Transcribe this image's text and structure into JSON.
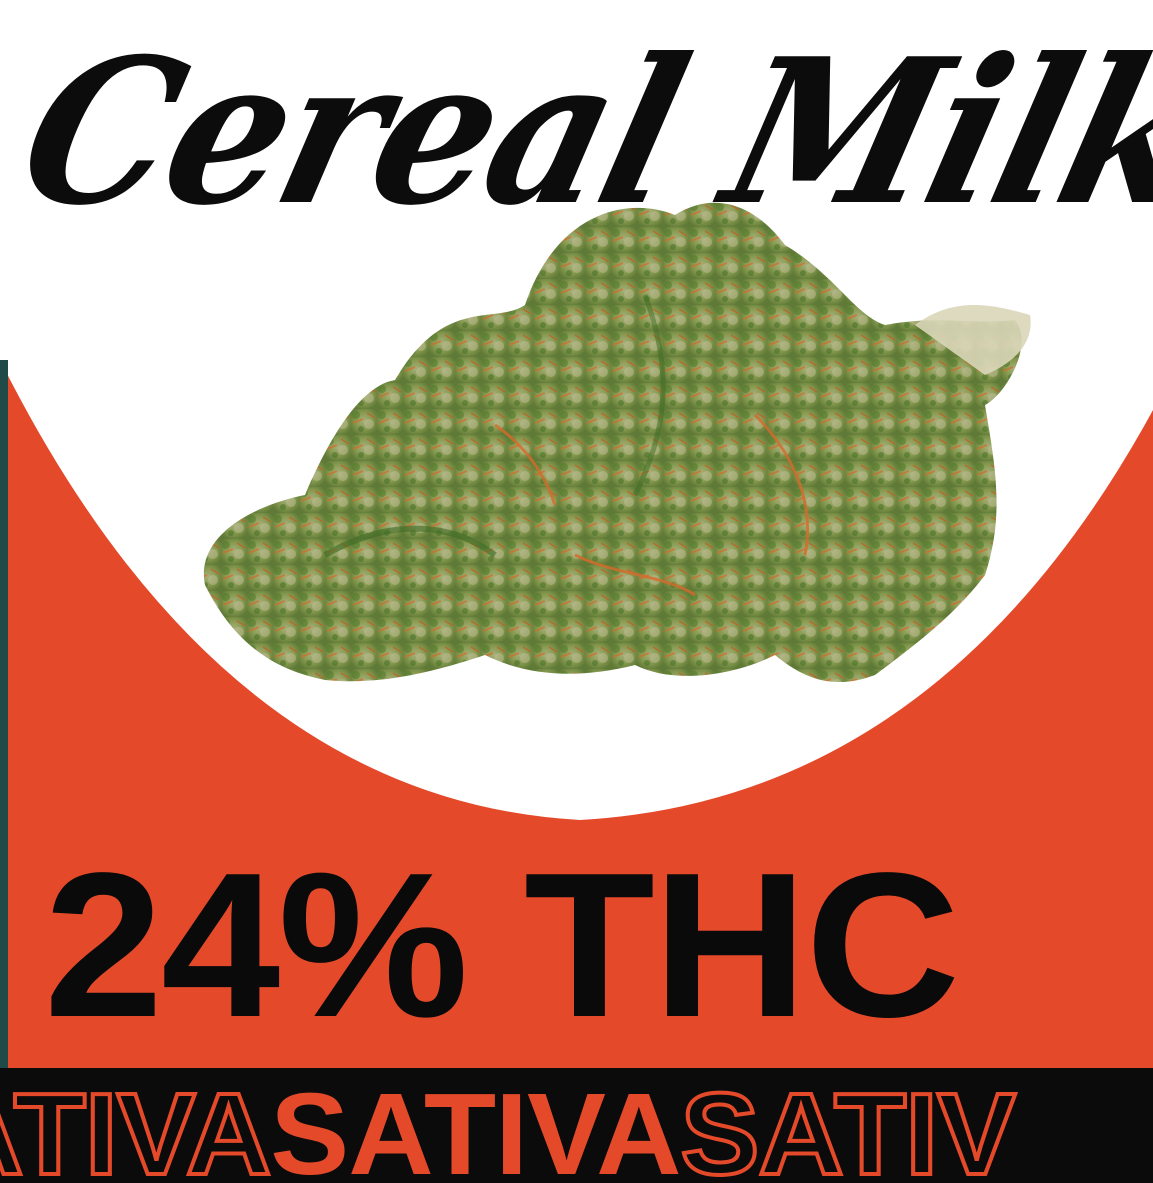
{
  "product": {
    "strain_name": "Cereal Milk",
    "potency_label": "24% THC",
    "strain_type_band": [
      "ATIVA",
      "SATIVA",
      "SATIV"
    ]
  },
  "images": {
    "main_image": "cannabis-bud-photo"
  },
  "colors": {
    "accent_red": "#e44a2a",
    "text_black": "#0c0c0c",
    "band_black": "#0b0b0b",
    "background_white": "#ffffff",
    "bud_green": "#7f9a4e",
    "pistil_orange": "#d46a2a"
  }
}
